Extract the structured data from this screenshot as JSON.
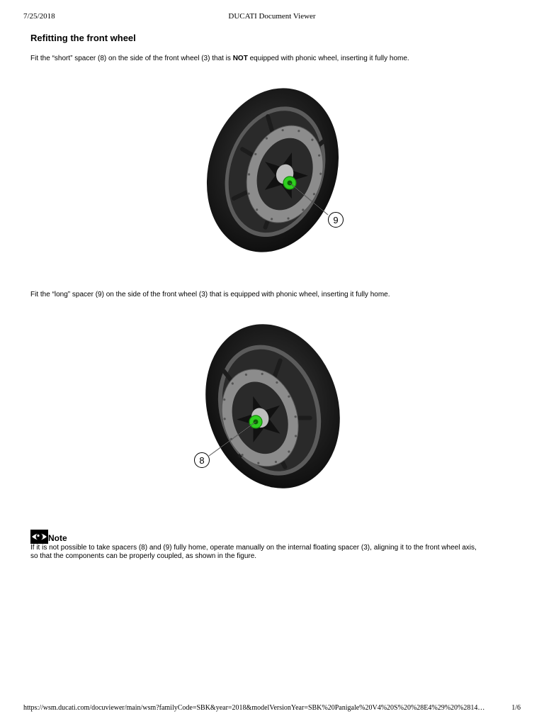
{
  "header": {
    "date": "7/25/2018",
    "title": "DUCATI Document Viewer"
  },
  "section": {
    "title": "Refitting the front wheel"
  },
  "step1": {
    "before": "Fit the “short” spacer (8) on the side of the front wheel (3) that is ",
    "emphasis": "NOT",
    "after": " equipped with phonic wheel, inserting it fully home."
  },
  "figure1": {
    "callout": "9"
  },
  "step2": {
    "text": "Fit the “long” spacer (9) on the side of the front wheel (3) that is equipped with phonic wheel, inserting it fully home."
  },
  "figure2": {
    "callout": "8"
  },
  "note": {
    "label": "Note",
    "icon": "eye-icon",
    "line1": "If it is not possible to take spacers (8) and (9) fully home, operate manually on the internal floating spacer (3), aligning it to the front wheel axis,",
    "line2": "so that the components can be properly coupled, as shown in the figure."
  },
  "footer": {
    "url": "https://wsm.ducati.com/docuviewer/main/wsm?familyCode=SBK&year=2018&modelVersionYear=SBK%20Panigale%20V4%20S%20%28E4%29%20%2814…",
    "page": "1/6"
  },
  "colors": {
    "spacer_green": "#2fcf1f",
    "tyre": "#161616",
    "disc": "#8c8c8c"
  }
}
